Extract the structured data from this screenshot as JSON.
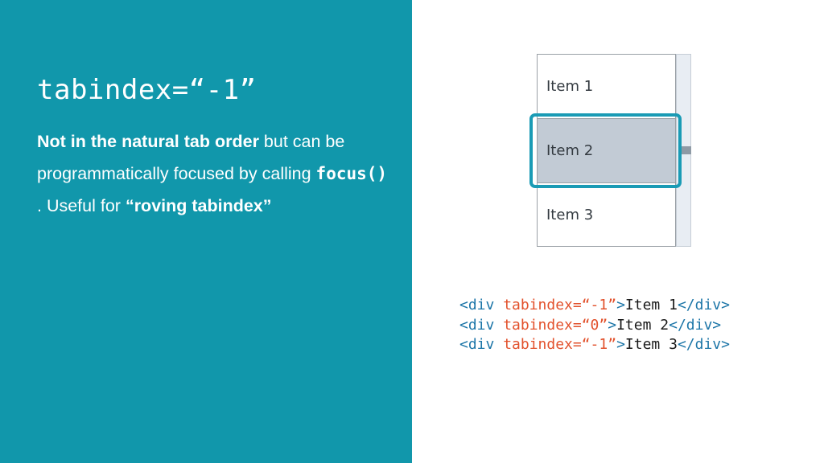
{
  "slide": {
    "title": "tabindex=“-1”",
    "description": {
      "bold1": "Not in the natural tab order",
      "text1": " but can be programmatically focused by calling ",
      "code": "focus()",
      "text2": " . Useful for ",
      "bold2": "“roving tabindex”"
    }
  },
  "list_widget": {
    "items": [
      {
        "label": "Item 1",
        "focused": false
      },
      {
        "label": "Item 2",
        "focused": true
      },
      {
        "label": "Item 3",
        "focused": false
      }
    ]
  },
  "code_sample": {
    "lines": [
      {
        "open_tag": "<div ",
        "attr": "tabindex=“-1”",
        "close_bracket": ">",
        "content": "Item 1",
        "end_tag": "</div>"
      },
      {
        "open_tag": "<div ",
        "attr": "tabindex=“0”",
        "close_bracket": ">",
        "content": "Item 2",
        "end_tag": "</div>"
      },
      {
        "open_tag": "<div ",
        "attr": "tabindex=“-1”",
        "close_bracket": ">",
        "content": "Item 3",
        "end_tag": "</div>"
      }
    ]
  },
  "colors": {
    "panel_bg": "#1197ab",
    "focus_ring": "#1a9bb5",
    "selected_item_bg": "#c2cbd5",
    "tag_color": "#1d76a8",
    "attr_color": "#e2512c"
  }
}
